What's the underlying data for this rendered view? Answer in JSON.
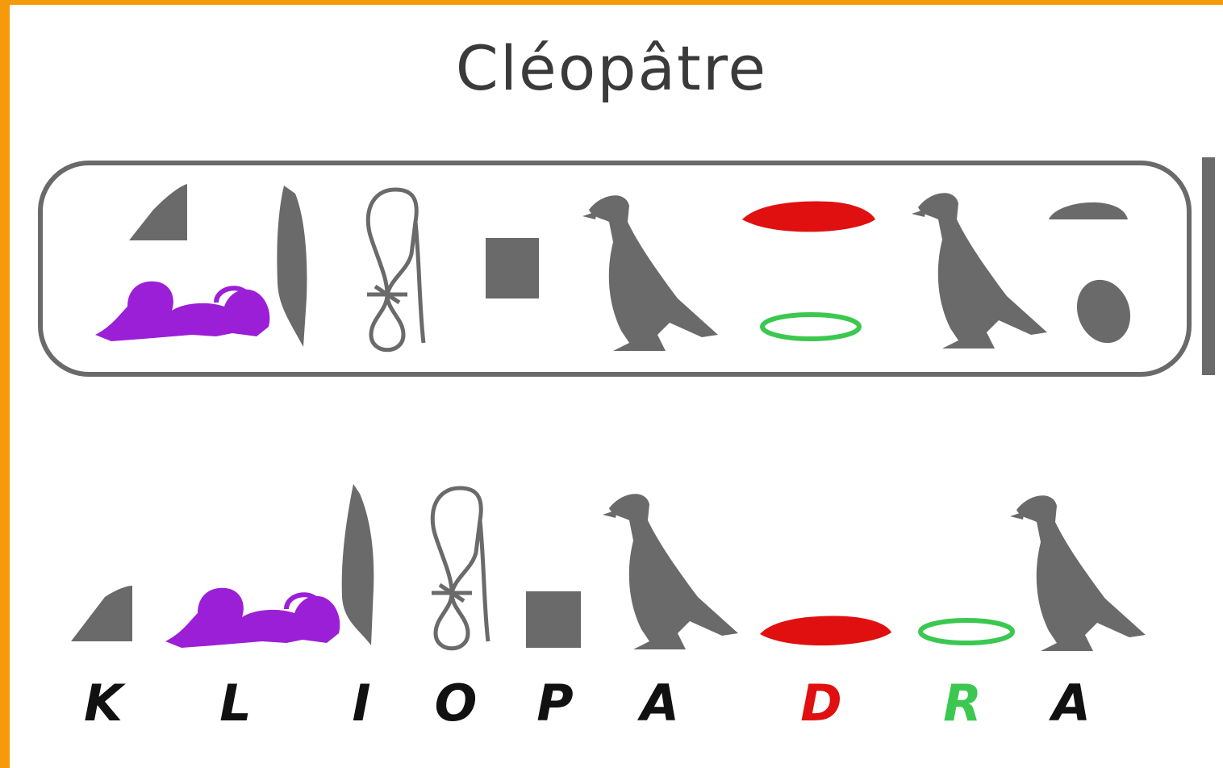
{
  "title": "Cléopâtre",
  "colors": {
    "frame": "#f59a0a",
    "glyph": "#6a6a6a",
    "lion": "#9b1fd6",
    "mouth": "#e01010",
    "rope_ring": "#3cc850",
    "letter": "#111111"
  },
  "cartouche_glyphs": [
    "triangle-hill-icon",
    "lion-icon",
    "reed-leaf-icon",
    "rope-loop-icon",
    "square-stool-icon",
    "vulture-icon",
    "mouth-icon",
    "rope-ring-icon",
    "vulture-icon",
    "bread-loaf-icon",
    "egg-icon"
  ],
  "transliteration": [
    {
      "glyph": "triangle-hill-icon",
      "letter": "K"
    },
    {
      "glyph": "lion-icon",
      "letter": "L"
    },
    {
      "glyph": "reed-leaf-icon",
      "letter": "I"
    },
    {
      "glyph": "rope-loop-icon",
      "letter": "O"
    },
    {
      "glyph": "square-stool-icon",
      "letter": "P"
    },
    {
      "glyph": "vulture-icon",
      "letter": "A"
    },
    {
      "glyph": "mouth-icon",
      "letter": "D"
    },
    {
      "glyph": "rope-ring-icon",
      "letter": "R"
    },
    {
      "glyph": "vulture-icon",
      "letter": "A"
    }
  ]
}
